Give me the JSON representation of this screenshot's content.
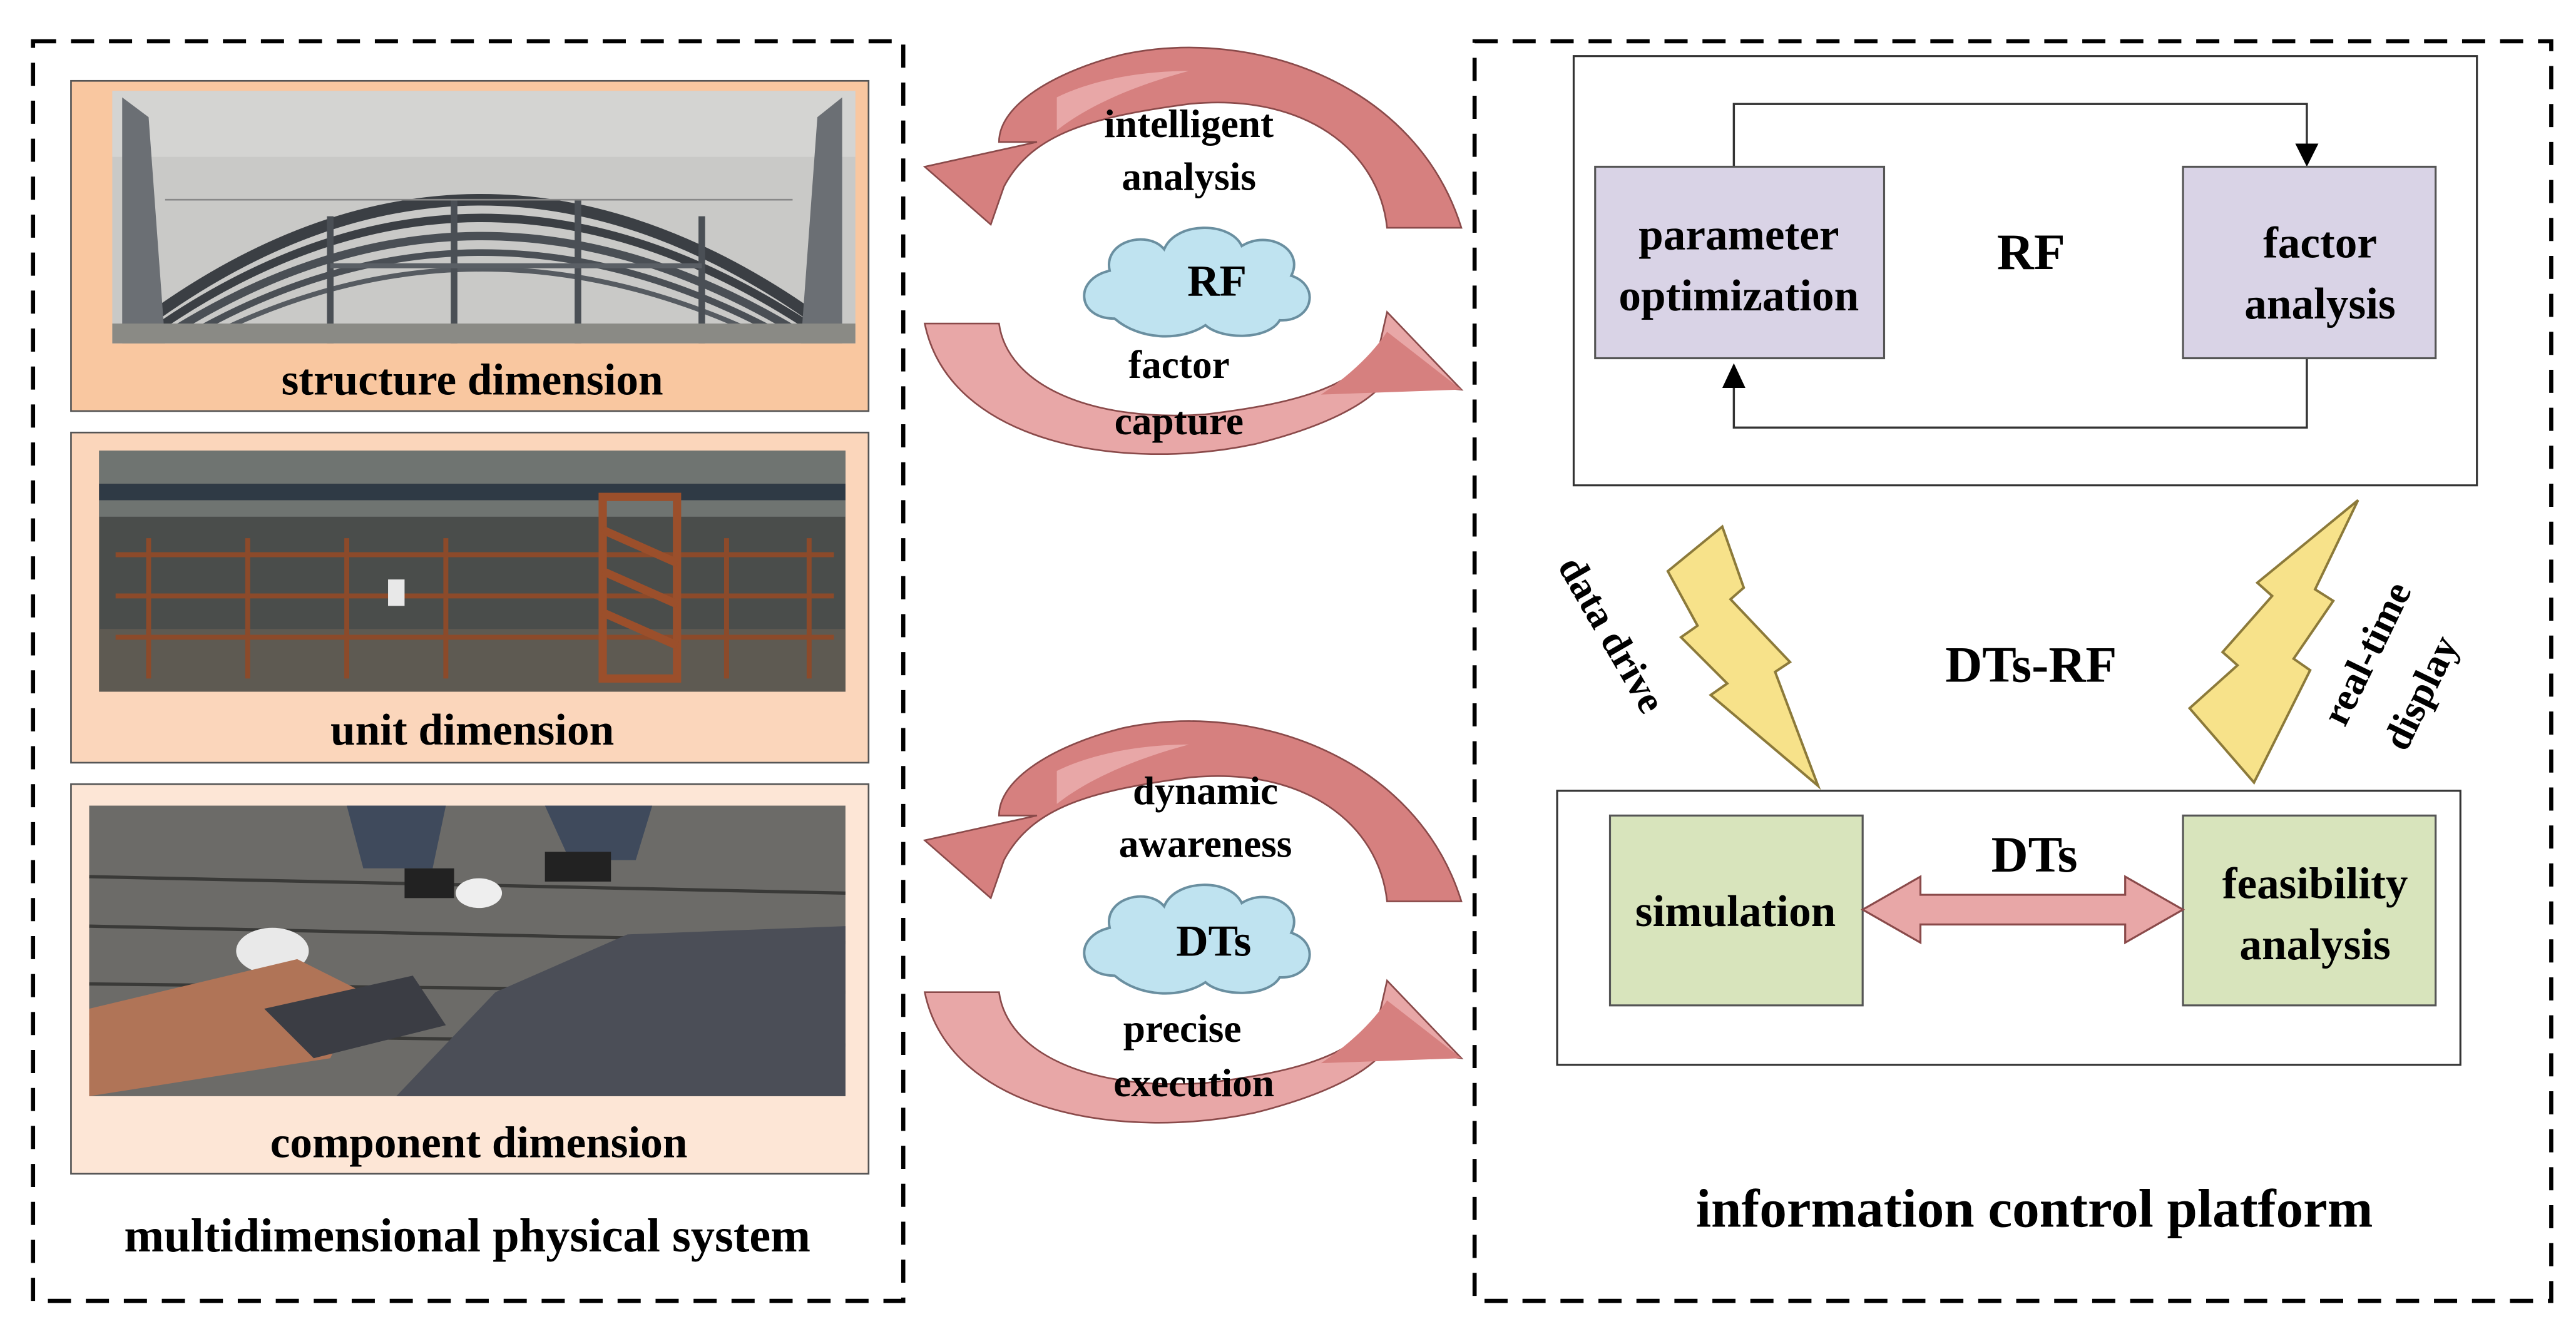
{
  "left_panel": {
    "title": "multidimensional physical system",
    "panels": [
      {
        "label": "structure dimension",
        "bg_color": "#f9c7a0",
        "photo_desc_icon": "arched-roof-steel-truss-photo"
      },
      {
        "label": "unit dimension",
        "bg_color": "#fbd6bb",
        "photo_desc_icon": "steel-scaffold-frame-photo"
      },
      {
        "label": "component dimension",
        "bg_color": "#fde6d6",
        "photo_desc_icon": "workers-tying-rebar-photo"
      }
    ]
  },
  "middle": {
    "top_cycle": {
      "upper_text": [
        "intelligent",
        "analysis"
      ],
      "cloud_label": "RF",
      "lower_text": [
        "factor",
        "capture"
      ]
    },
    "bottom_cycle": {
      "upper_text": [
        "dynamic",
        "awareness"
      ],
      "cloud_label": "DTs",
      "lower_text": [
        "precise",
        "execution"
      ]
    },
    "arrow_colors": {
      "light": "#e8a7a7",
      "dark": "#d6807f"
    },
    "cloud_color": "#bfe3f0"
  },
  "right_panel": {
    "title": "information control platform",
    "rf_box": {
      "center_label": "RF",
      "left_box": [
        "parameter",
        "optimization"
      ],
      "right_box": [
        "factor",
        "analysis"
      ],
      "box_color": "#d9d3e6"
    },
    "middle_label": "DTs-RF",
    "left_bolt_label": "data drive",
    "right_bolt_label": [
      "real-time",
      "display"
    ],
    "bolt_color": "#f7e28a",
    "dts_box": {
      "center_label": "DTs",
      "left_box": "simulation",
      "right_box": [
        "feasibility",
        "analysis"
      ],
      "box_color": "#d8e4bc"
    }
  }
}
